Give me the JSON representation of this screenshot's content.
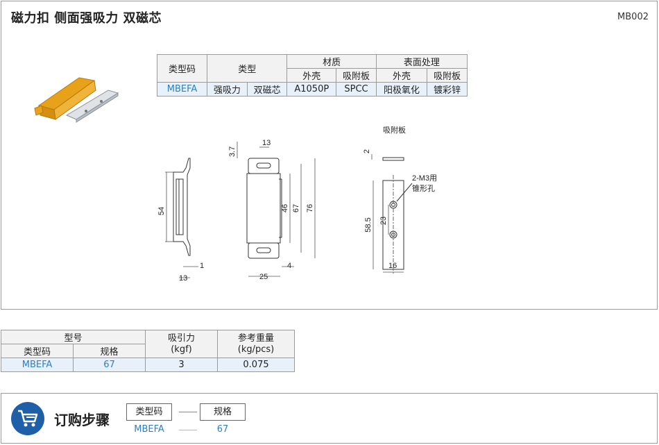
{
  "header": {
    "title": "磁力扣  侧面强吸力  双磁芯",
    "code": "MB002"
  },
  "spec_table": {
    "h_type_code": "类型码",
    "h_type": "类型",
    "h_material": "材质",
    "h_surface": "表面处理",
    "h_shell": "外壳",
    "h_plate": "吸附板",
    "h_shell2": "外壳",
    "h_plate2": "吸附板",
    "v_type_code": "MBEFA",
    "v_type_a": "强吸力",
    "v_type_b": "双磁芯",
    "v_shell_mat": "A1050P",
    "v_plate_mat": "SPCC",
    "v_shell_surf": "阳极氧化",
    "v_plate_surf": "镀彩锌"
  },
  "drawing": {
    "plate_label": "吸附板",
    "hole_label_1": "2-M3用",
    "hole_label_2": "锥形孔",
    "dims": {
      "d37": "3.7",
      "d13a": "13",
      "d54": "54",
      "d46": "46",
      "d67": "67",
      "d76": "76",
      "d1": "1",
      "d13b": "13",
      "d4": "4",
      "d25": "25",
      "d2": "2",
      "d585": "58.5",
      "d23": "23",
      "d16": "16"
    }
  },
  "order_table": {
    "h_model": "型号",
    "h_type_code": "类型码",
    "h_spec": "规格",
    "h_force": "吸引力\n(kgf)",
    "h_weight": "参考重量\n(kg/pcs)",
    "v_type_code": "MBEFA",
    "v_spec": "67",
    "v_force": "3",
    "v_weight": "0.075"
  },
  "order_steps": {
    "title": "订购步骤",
    "box1": "类型码",
    "box2": "规格",
    "val1": "MBEFA",
    "val2": "67",
    "sep": "—"
  },
  "colors": {
    "accent": "#2b7fc3",
    "cart_bg": "#1f5fa8",
    "highlight_row": "#e8f1fa"
  }
}
